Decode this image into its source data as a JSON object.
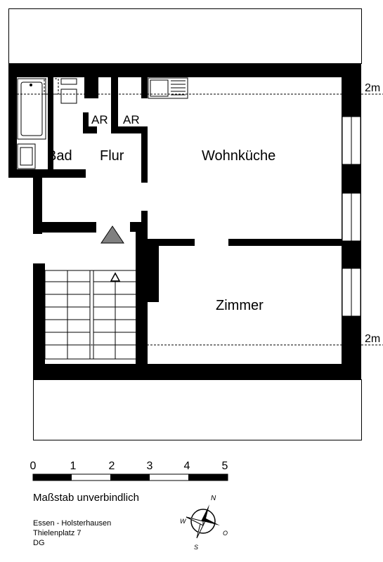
{
  "rooms": {
    "bad": "Bad",
    "flur": "Flur",
    "ar_1": "AR",
    "ar_2": "AR",
    "wohnkueche": "Wohnküche",
    "zimmer": "Zimmer"
  },
  "height_markers": {
    "upper": "2m",
    "lower": "2m"
  },
  "scale": {
    "ticks": [
      "0",
      "1",
      "2",
      "3",
      "4",
      "5"
    ],
    "caption": "Maßstab unverbindlich"
  },
  "address": {
    "city": "Essen - Holsterhausen",
    "street": "Thielenplatz 7",
    "floor": "DG"
  },
  "compass": {
    "north": "N",
    "east": "O",
    "south": "S",
    "west": "W"
  },
  "colors": {
    "walls": "#000000",
    "stair_arrow": "#808080",
    "background": "#ffffff"
  }
}
